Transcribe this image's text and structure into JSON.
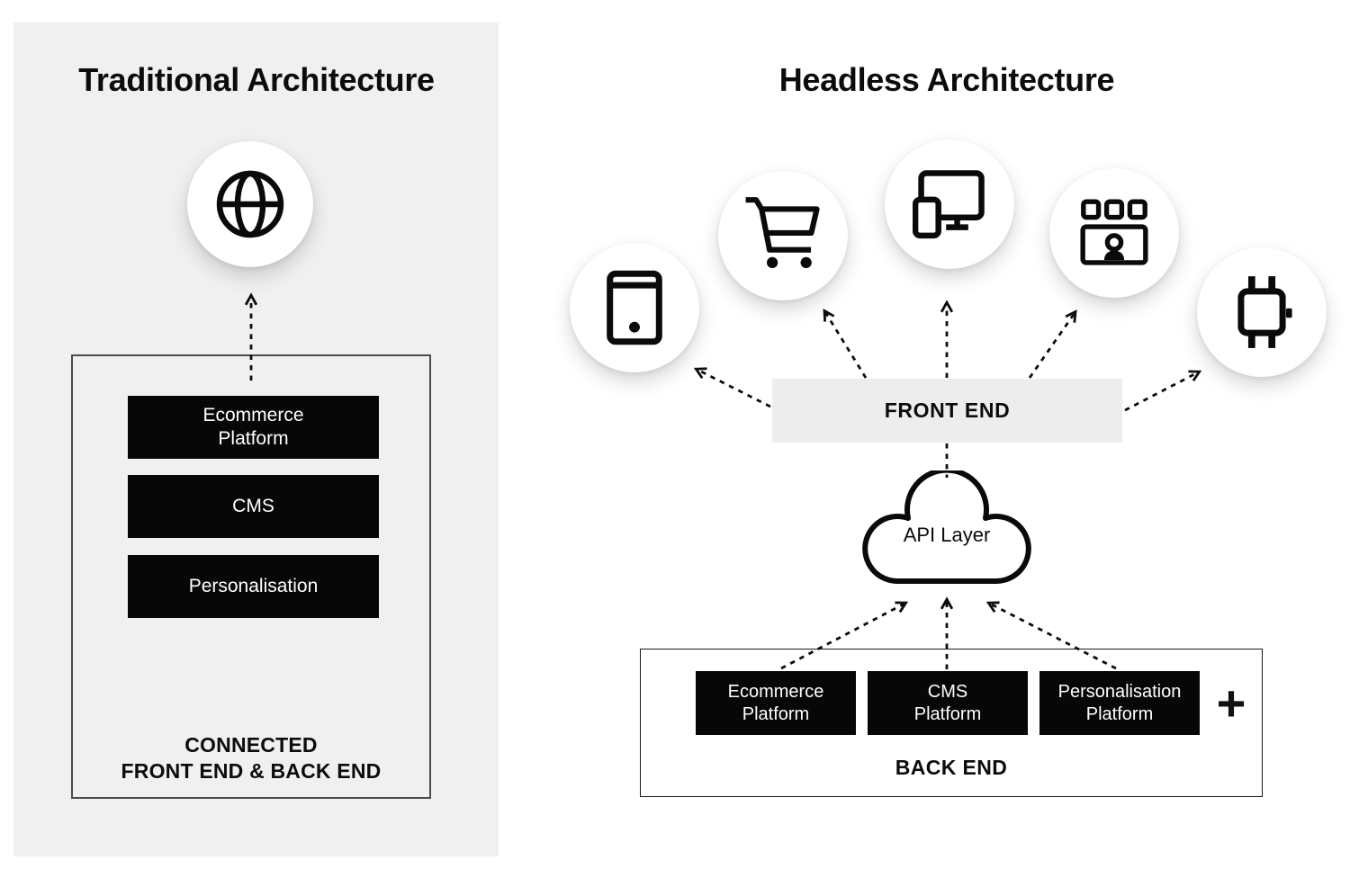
{
  "colors": {
    "page_bg": "#ffffff",
    "left_panel_bg": "#f0f0f0",
    "frontend_bar_bg": "#ededed",
    "box_black": "#070707",
    "ink": "#0c0c0c"
  },
  "left": {
    "title": "Traditional Architecture",
    "channel_icon": "globe-icon",
    "stack": [
      {
        "label": "Ecommerce\nPlatform"
      },
      {
        "label": "CMS"
      },
      {
        "label": "Personalisation"
      }
    ],
    "container_caption": "CONNECTED\nFRONT END & BACK END"
  },
  "right": {
    "title": "Headless Architecture",
    "channels": [
      {
        "icon": "mobile-phone-icon"
      },
      {
        "icon": "shopping-cart-icon"
      },
      {
        "icon": "responsive-devices-icon"
      },
      {
        "icon": "video-kiosk-icon"
      },
      {
        "icon": "smartwatch-icon"
      }
    ],
    "front_end_label": "FRONT END",
    "api_label": "API Layer",
    "backend": {
      "boxes": [
        {
          "label": "Ecommerce\nPlatform"
        },
        {
          "label": "CMS\nPlatform"
        },
        {
          "label": "Personalisation\nPlatform"
        }
      ],
      "plus": "+",
      "caption": "BACK END"
    }
  }
}
